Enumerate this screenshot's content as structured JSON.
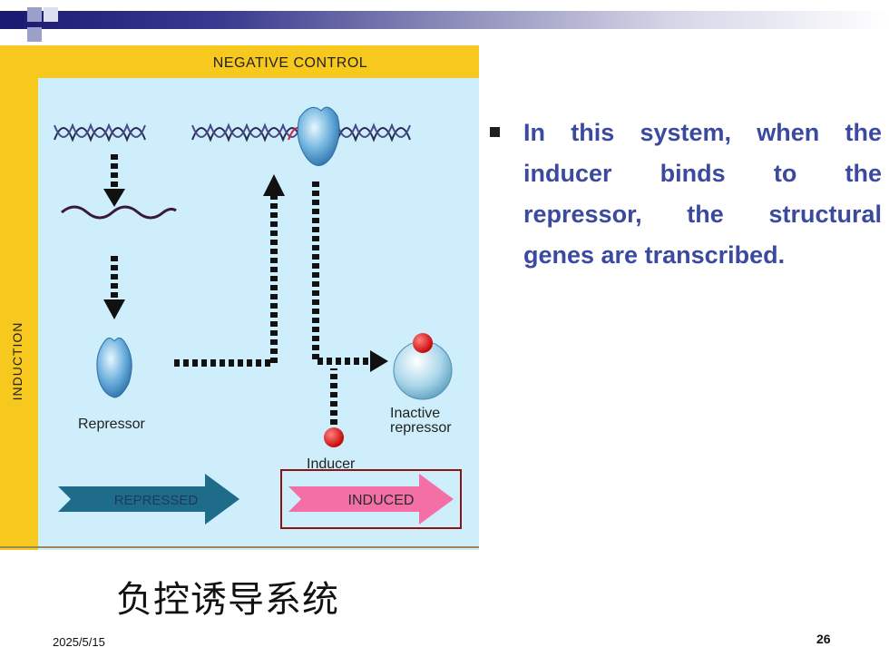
{
  "diagram": {
    "header": "NEGATIVE CONTROL",
    "side_label": "INDUCTION",
    "repressor_label": "Repressor",
    "inactive_label_line1": "Inactive",
    "inactive_label_line2": "repressor",
    "inducer_label": "Inducer",
    "repressed_arrow": "REPRESSED",
    "induced_arrow": "INDUCED",
    "colors": {
      "header_bg": "#f7c81e",
      "panel_bg": "#cdeefa",
      "repressed": "#1f6b8a",
      "induced": "#f46fa5",
      "inducer": "#e31010"
    }
  },
  "bullet": {
    "text": "In this system, when the inducer binds to the repressor, the structural genes are transcribed."
  },
  "caption": "负控诱导系统",
  "footer": {
    "date": "2025/5/15",
    "page": "26"
  }
}
